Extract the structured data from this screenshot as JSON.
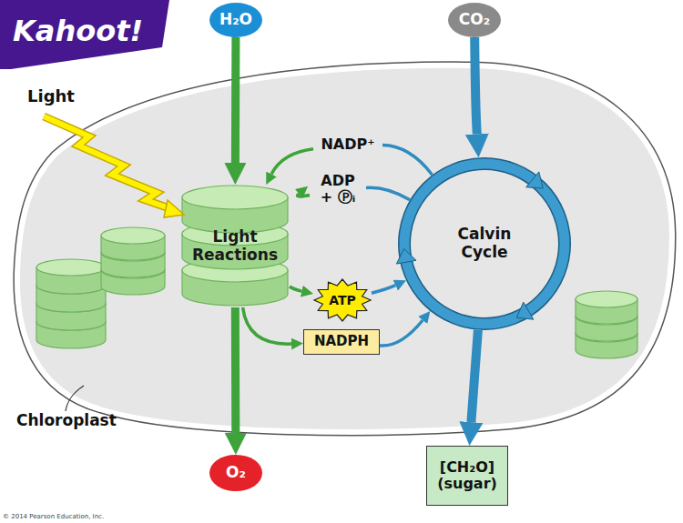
{
  "diagram": {
    "nodes": [
      {
        "text": [
          "H₂O"
        ]
      },
      {
        "text": [
          "CO₂"
        ]
      },
      {
        "text": [
          "Chloroplast"
        ]
      },
      {
        "text": [
          "Light Reactions"
        ],
        "in": 2
      },
      {
        "text": [
          "Calvin Cycle"
        ],
        "in": 2
      },
      {
        "text": [
          "ATP"
        ],
        "in": 2
      },
      {
        "text": [
          "NADPH"
        ],
        "in": 2
      },
      {
        "text": [
          "O₂"
        ]
      },
      {
        "text": [
          "[CH₂O] (sugar)"
        ]
      }
    ],
    "edges": [
      {
        "from": 0,
        "to": 3,
        "arrow": "to"
      },
      {
        "from": 3,
        "to": 7,
        "arrow": "to"
      },
      {
        "from": 3,
        "to": 5,
        "arrow": "to"
      },
      {
        "from": 3,
        "to": 6,
        "arrow": "to"
      },
      {
        "from": 5,
        "to": 4,
        "arrow": "to"
      },
      {
        "from": 6,
        "to": 4,
        "arrow": "to"
      },
      {
        "from": 4,
        "to": 3,
        "label": "NADP⁺",
        "arrow": "to"
      },
      {
        "from": 4,
        "to": 3,
        "label": "ADP + Ⓟᵢ",
        "arrow": "to"
      },
      {
        "from": 1,
        "to": 4,
        "arrow": "to"
      },
      {
        "from": 4,
        "to": 8,
        "arrow": "to"
      }
    ],
    "labels": [
      "Kahoot!",
      "Light",
      "© 2014 Pearson Education, Inc."
    ]
  }
}
